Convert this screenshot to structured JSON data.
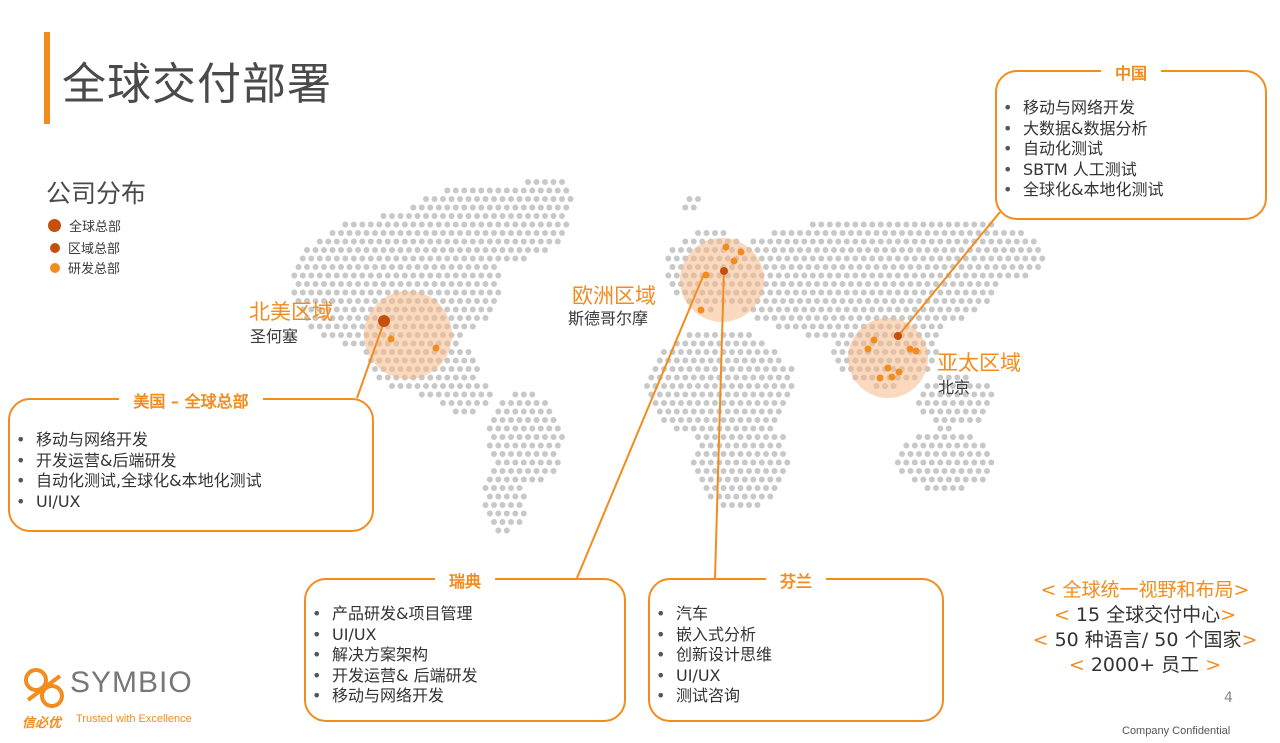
{
  "page": {
    "title": "全球交付部署",
    "page_number": "4",
    "confidential": "Company Confidential"
  },
  "legend": {
    "title": "公司分布",
    "items": [
      {
        "label": "全球总部",
        "color": "#c4500c"
      },
      {
        "label": "区域总部",
        "color": "#c4500c"
      },
      {
        "label": "研发总部",
        "color": "#f28c1e"
      }
    ]
  },
  "regions": {
    "north_america": {
      "name": "北美区域",
      "city": "圣何塞"
    },
    "europe": {
      "name": "欧洲区域",
      "city": "斯德哥尔摩"
    },
    "apac": {
      "name": "亚太区域",
      "city": "北京"
    }
  },
  "boxes": {
    "usa": {
      "title": "美国 – 全球总部",
      "items": [
        "移动与网络开发",
        "开发运营&后端研发",
        "自动化测试,全球化&本地化测试",
        "UI/UX"
      ]
    },
    "china": {
      "title": "中国",
      "items": [
        "移动与网络开发",
        "大数据&数据分析",
        "自动化测试",
        "SBTM 人工测试",
        "全球化&本地化测试"
      ]
    },
    "sweden": {
      "title": "瑞典",
      "items": [
        "产品研发&项目管理",
        "UI/UX",
        "解决方案架构",
        "开发运营& 后端研发",
        "移动与网络开发"
      ]
    },
    "finland": {
      "title": "芬兰",
      "items": [
        "汽车",
        "嵌入式分析",
        "创新设计思维",
        "UI/UX",
        "测试咨询"
      ]
    }
  },
  "summary": {
    "lines": [
      "全球统一视野和布局",
      "15 全球交付中心",
      "50 种语言/ 50 个国家",
      "2000+ 员工"
    ]
  },
  "logo": {
    "name": "SYMBIO",
    "cn_name": "信必优",
    "tagline": "Trusted with Excellence"
  },
  "colors": {
    "accent": "#f28c1e",
    "hq": "#c4500c",
    "dots": "#c8c8c8"
  }
}
